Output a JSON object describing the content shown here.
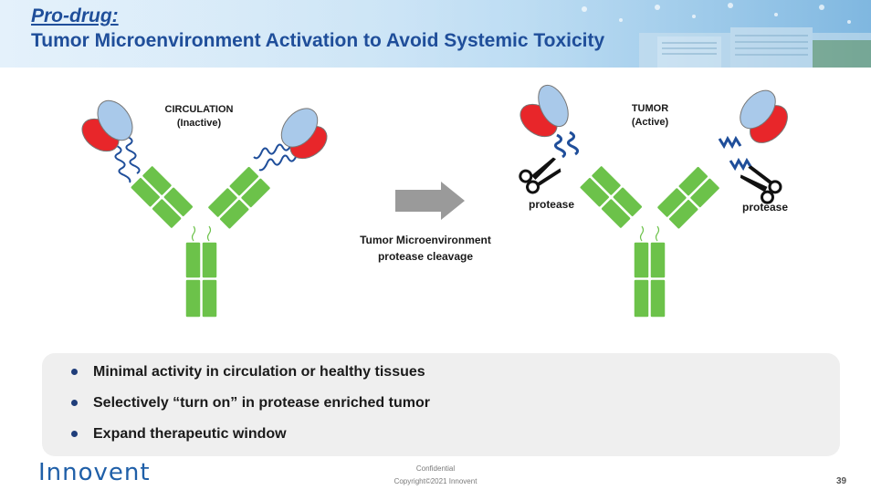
{
  "header": {
    "kicker": "Pro-drug:",
    "title": "Tumor Microenvironment Activation to Avoid Systemic Toxicity"
  },
  "diagram": {
    "left_label_line1": "CIRCULATION",
    "left_label_line2": "(Inactive)",
    "right_label_line1": "TUMOR",
    "right_label_line2": "(Active)",
    "arrow_caption_line1": "Tumor Microenvironment",
    "arrow_caption_line2": "protease cleavage",
    "protease_left": "protease",
    "protease_right": "protease"
  },
  "summary": {
    "bullets": [
      "Minimal activity in circulation or healthy tissues",
      "Selectively “turn on” in protease enriched tumor",
      "Expand therapeutic window"
    ]
  },
  "footer": {
    "logo": "Innovent",
    "confidential": "Confidential",
    "copyright": "Copyright©2021 Innovent",
    "page_number": "39"
  },
  "colors": {
    "title_blue": "#1f4e9a",
    "antibody_green": "#6cc24a",
    "mask_red": "#e8262a",
    "mask_blue": "#a9c9ea",
    "linker_blue": "#1f4e9a",
    "arrow_gray": "#9a9a9a",
    "panel_gray": "#efefef"
  }
}
